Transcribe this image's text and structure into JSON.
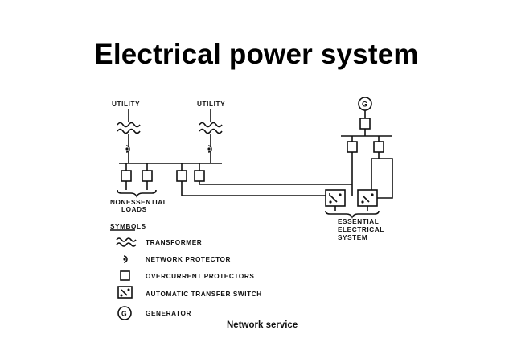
{
  "title": "Electrical power system",
  "caption": "Network service",
  "utility_labels": [
    "UTILITY",
    "UTILITY"
  ],
  "generator_symbol": "G",
  "nonessential_label": [
    "NONESSENTIAL",
    "LOADS"
  ],
  "essential_label": [
    "ESSENTIAL",
    "ELECTRICAL",
    "SYSTEM"
  ],
  "symbols": {
    "heading": "SYMBOLS",
    "items": [
      {
        "icon": "transformer-icon",
        "label": "TRANSFORMER"
      },
      {
        "icon": "network-protector-icon",
        "label": "NETWORK PROTECTOR"
      },
      {
        "icon": "overcurrent-protector-icon",
        "label": "OVERCURRENT PROTECTORS"
      },
      {
        "icon": "automatic-transfer-switch-icon",
        "label": "AUTOMATIC TRANSFER SWITCH"
      },
      {
        "icon": "generator-icon",
        "label": "GENERATOR",
        "symbol": "G"
      }
    ]
  }
}
